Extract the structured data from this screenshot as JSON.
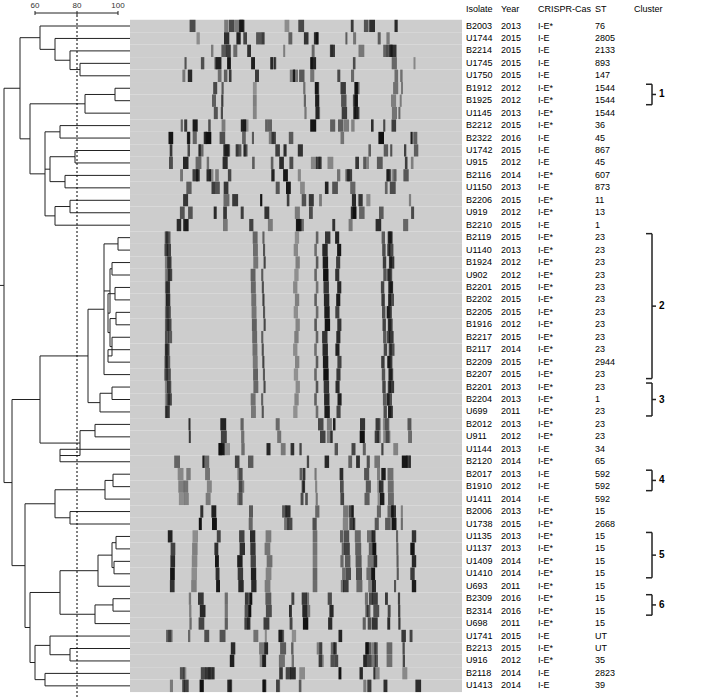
{
  "diagram": {
    "labels": [
      "60",
      "80",
      "100",
      "Isolate",
      "Year",
      "CRISPR-Cas",
      "ST",
      "Cluster",
      "B2003",
      "2013",
      "I-E*",
      "76",
      "U1744",
      "2015",
      "I-E",
      "2805",
      "B2214",
      "2015",
      "I-E",
      "2133",
      "U1745",
      "2015",
      "I-E",
      "893",
      "U1750",
      "2015",
      "I-E",
      "147",
      "B1912",
      "2012",
      "I-E*",
      "1544",
      "B1925",
      "2012",
      "I-E*",
      "1544",
      "U1145",
      "2013",
      "I-E*",
      "1544",
      "B2212",
      "2015",
      "I-E*",
      "36",
      "B2322",
      "2016",
      "I-E",
      "45",
      "U1742",
      "2015",
      "I-E",
      "867",
      "U915",
      "2012",
      "I-E",
      "45",
      "B2116",
      "2014",
      "I-E*",
      "607",
      "U1150",
      "2013",
      "I-E",
      "873",
      "B2206",
      "2015",
      "I-E*",
      "11",
      "U919",
      "2012",
      "I-E*",
      "13",
      "B2210",
      "2015",
      "I-E",
      "1",
      "B2119",
      "2015",
      "I-E*",
      "23",
      "U1140",
      "2013",
      "I-E*",
      "23",
      "B1924",
      "2012",
      "I-E*",
      "23",
      "U902",
      "2012",
      "I-E*",
      "23",
      "B2201",
      "2015",
      "I-E*",
      "23",
      "B2202",
      "2015",
      "I-E*",
      "23",
      "B2205",
      "2015",
      "I-E*",
      "23",
      "B1916",
      "2012",
      "I-E*",
      "23",
      "B2217",
      "2015",
      "I-E*",
      "23",
      "B2117",
      "2014",
      "I-E*",
      "23",
      "B2209",
      "2015",
      "I-E*",
      "2944",
      "B2207",
      "2015",
      "I-E*",
      "23",
      "B2201",
      "2013",
      "I-E*",
      "23",
      "B2204",
      "2013",
      "I-E*",
      "1",
      "U699",
      "2011",
      "I-E*",
      "23",
      "B2012",
      "2013",
      "I-E*",
      "23",
      "U911",
      "2012",
      "I-E*",
      "23",
      "U1144",
      "2013",
      "I-E",
      "34",
      "B2120",
      "2014",
      "I-E*",
      "65",
      "B2017",
      "2013",
      "I-E",
      "592",
      "B1910",
      "2012",
      "I-E",
      "592",
      "U1411",
      "2014",
      "I-E",
      "592",
      "B2006",
      "2013",
      "I-E*",
      "15",
      "U1738",
      "2015",
      "I-E*",
      "2668",
      "U1135",
      "2013",
      "I-E*",
      "15",
      "U1137",
      "2013",
      "I-E*",
      "15",
      "U1409",
      "2014",
      "I-E*",
      "15",
      "U1410",
      "2014",
      "I-E*",
      "15",
      "U693",
      "2011",
      "I-E*",
      "15",
      "B2309",
      "2016",
      "I-E*",
      "15",
      "B2314",
      "2016",
      "I-E*",
      "15",
      "U698",
      "2011",
      "I-E*",
      "15",
      "U1741",
      "2015",
      "I-E",
      "UT",
      "B2213",
      "2015",
      "I-E*",
      "UT",
      "U916",
      "2012",
      "I-E*",
      "35",
      "B2118",
      "2014",
      "I-E",
      "2823",
      "U1413",
      "2014",
      "I-E",
      "39",
      "1",
      "2",
      "3",
      "4",
      "5",
      "6"
    ]
  }
}
